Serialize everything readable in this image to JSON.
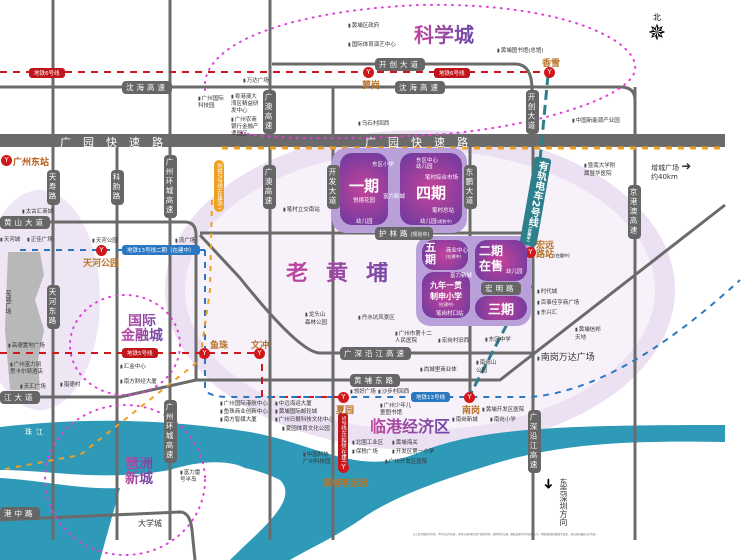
{
  "districts": {
    "science_city": "科学城",
    "old_huangpu": "老黄埔",
    "ifc_1": "国际",
    "ifc_2": "金融城",
    "lingang": "临港经济区",
    "pazhou_1": "琶洲",
    "pazhou_2": "新城",
    "university": "大学城"
  },
  "roads": {
    "guangyuan": "广园快速路",
    "shenhai": "沈海高速",
    "kaichuang": "开创大道",
    "kaichuang_v": "开创大道",
    "guangao": "广澳高速",
    "tianshou": "天寿路",
    "keyun": "科韵路",
    "huancheng": "广州环城高速",
    "kaifa": "开发大道",
    "dongpeng": "东鹏大道",
    "jinggangao": "京港澳高速",
    "huanglin": "护林路",
    "huanglin_note": "(规划中)",
    "hongming": "宏明路",
    "huangshan": "黄山大道",
    "tianhedong": "天河东路",
    "zhujiang": "江大道",
    "guangshen": "广深沿江高速",
    "huangpudong": "黄埔东路",
    "guangshen_v": "广深沿江高速",
    "ganggang": "港中路",
    "river": "珠江"
  },
  "metro": {
    "line6": "地铁6号线",
    "line5": "地铁5号线",
    "line13": "地铁13号线",
    "line13b": "地铁13号线二期（在建中）",
    "line7": "地铁7号线(在建中)",
    "tram2": "有轨电车2号线",
    "tram2_note": "(在建中)",
    "line5ext": "5号线东延段(在建中)"
  },
  "stations": {
    "luogang": "萝岗",
    "xiangxue": "香雪",
    "gz_east": "广州东站",
    "tianhe_park": "天河公园",
    "yuzhu": "鱼珠",
    "wenchong": "文冲",
    "xiayuan": "夏园",
    "nangang": "南岗",
    "hongyuan_1": "宏远",
    "hongyuan_2": "路站",
    "hongyuan_note": "(在建中)",
    "port": "黄埔客运港",
    "metro_icon": "metro-icon"
  },
  "projects": {
    "p1": "一期",
    "p1_sub": "悦禧花园",
    "p4": "四期",
    "p5": "五期",
    "p2a": "二期",
    "p2b": "在售",
    "p3": "三期",
    "school_1": "九年一贯",
    "school_2": "制申小学",
    "school_note": "(在建中)",
    "brand": "富力新城",
    "kg": "幼儿园",
    "kg_note": "(规划中)",
    "east_school": "东区小学",
    "east_center": "东区中心",
    "east_center2": "幼儿园",
    "market": "笔村综合市场",
    "bus": "笔村总站",
    "biz": "商业中心",
    "biz_note": "(在建中)",
    "bus2": "笔岗村口站"
  },
  "pois": [
    "黄埔区政府",
    "国际体育演艺中心",
    "黄埔图书馆(总馆)",
    "万达广场",
    "广州国际科技园",
    "粤港澳大湾区精益研发中心",
    "广州农商银行金融产业园区",
    "乌石村回西",
    "中国新能源产业园",
    "暨南大学附属暨华医院",
    "笔村立交南站",
    "天河城",
    "正佳广场",
    "太古汇商城",
    "天河公园",
    "流广场",
    "高德置地广场",
    "广州富力丽思卡尔顿酒店",
    "天汇广场",
    "猎德村",
    "汇金中心",
    "南方财经大厦",
    "龙头山森林公园",
    "丹水坑风景区",
    "广州市第十二人民医院",
    "宏岗村旧西",
    "东区中学",
    "尚城里商业体",
    "南岗山公园",
    "领好广场",
    "沙步村回西",
    "广州少年儿童图书馆",
    "广州国际港航中心",
    "鱼珠商业创新中心",
    "南方智媒大厦",
    "中远海运大厦",
    "黄埔国际邮轮城",
    "广州日报科技文化中心",
    "夏园体育文化公园",
    "北围工业区",
    "黄埔海关",
    "保税广场",
    "开发区第一小学",
    "广州开发区医院",
    "中国科协广州科技园",
    "南岗新城",
    "南岗小学",
    "黄埔开发区医院",
    "时代城",
    "百事佳亨商广场",
    "东兴汇",
    "黄埔信邦天地",
    "南岗万达广场",
    "富力雷号半岛",
    "广州东站",
    "花城广场"
  ],
  "misc": {
    "north": "北",
    "zengcheng_1": "增城广场",
    "zengcheng_2": "约40km",
    "dongguan": "东莞深圳方向",
    "disclaimer": "以上区位图仅作示意，不作为交付标准，具体以政府相关部门规划为准。图中所示交通、配套设施等均为规划设计，可能因政策调整发生变化，请以政府最终公布为准。"
  },
  "colors": {
    "road": "#6b6b6b",
    "river": "#2f9ab8",
    "metro6": "#d0171b",
    "metro13": "#2a78c2",
    "tram": "#2d7f8c",
    "orange": "#f0a020",
    "purple": "#7b3fa6"
  }
}
